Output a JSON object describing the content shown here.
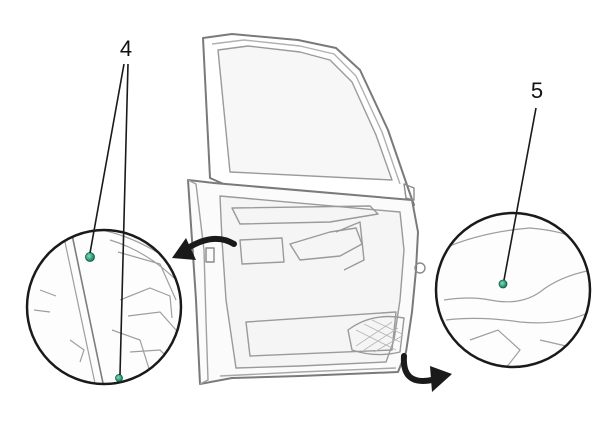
{
  "callouts": {
    "left": {
      "number": "4"
    },
    "right": {
      "number": "5"
    }
  },
  "colors": {
    "line": "#1a1a1a",
    "sketch": "#9a9a9a",
    "marker": "#1fa37a",
    "background": "#ffffff"
  },
  "icons": [
    "door-illustration",
    "clip-marker",
    "curved-arrow"
  ]
}
